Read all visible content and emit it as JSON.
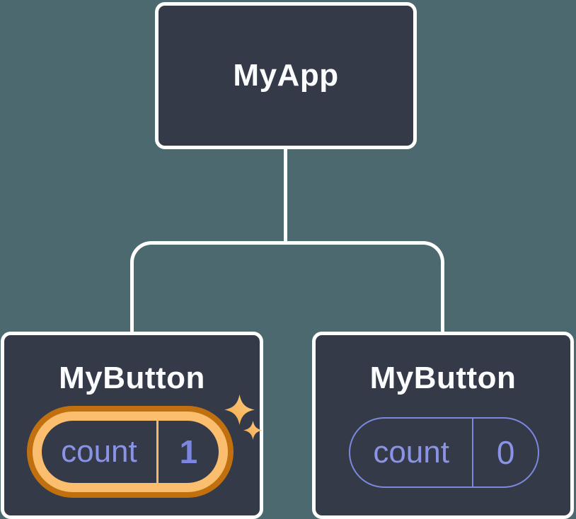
{
  "diagram": {
    "root": {
      "label": "MyApp"
    },
    "children": [
      {
        "label": "MyButton",
        "state": {
          "name": "count",
          "value": "1"
        },
        "highlighted": true
      },
      {
        "label": "MyButton",
        "state": {
          "name": "count",
          "value": "0"
        },
        "highlighted": false
      }
    ]
  },
  "colors": {
    "background": "#4C6970",
    "node_fill": "#343A47",
    "node_border": "#FFFFFF",
    "connector": "#FFFFFF",
    "state_text": "#8A93E6",
    "state_value_highlight": "#7C86E0",
    "state_border": "#7D88DF",
    "highlight_outer": "#C1700F",
    "highlight_inner": "#FBBE6E",
    "highlight_divider": "#F8B967",
    "sparkle_light": "#FDCD82",
    "sparkle_deep": "#F3A94C"
  }
}
